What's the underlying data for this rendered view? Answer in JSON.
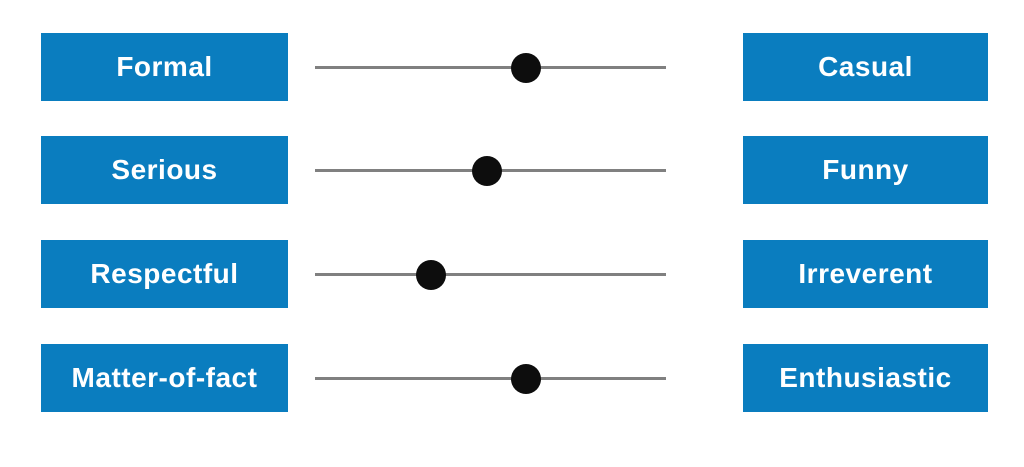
{
  "colors": {
    "box_blue": "#0a7dbf",
    "track_gray": "#808080",
    "dot_black": "#0d0d0d",
    "label_text": "#ffffff",
    "background": "#ffffff"
  },
  "sliders": [
    {
      "left_label": "Formal",
      "right_label": "Casual",
      "value_percent": 60
    },
    {
      "left_label": "Serious",
      "right_label": "Funny",
      "value_percent": 49
    },
    {
      "left_label": "Respectful",
      "right_label": "Irreverent",
      "value_percent": 33
    },
    {
      "left_label": "Matter-of-fact",
      "right_label": "Enthusiastic",
      "value_percent": 60
    }
  ]
}
